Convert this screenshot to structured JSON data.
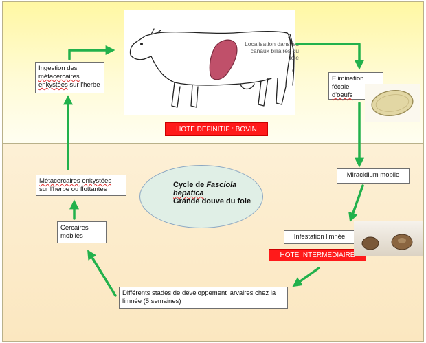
{
  "hosts": {
    "definitive": "HOTE DEFINITIF : BOVIN",
    "intermediate": "HOTE INTERMEDIAIRE"
  },
  "cow_label": "Localisation dans les canaux biliaires du foie",
  "steps": {
    "ingestion_line1": "Ingestion des",
    "ingestion_word": "métacercaires",
    "ingestion_line2_word": "enkystées",
    "ingestion_line2_rest": " sur l'herbe",
    "elimination_line1": "Elimination fécale",
    "elimination_line2": "d'oeufs",
    "miracidium": "Miracidium mobile",
    "infestation": "Infestation limnée",
    "developpement": "Différents stades de développement larvaires chez la limnée (5 semaines)",
    "cercaires": "Cercaires mobiles",
    "metacercaires_word1": "Métacercaires",
    "metacercaires_word2": "enkystées",
    "metacercaires_line2": "sur l'herbe ou flottantes"
  },
  "center": {
    "line1_prefix": "Cycle de ",
    "line1_italic": "Fasciola",
    "line2_italic": "hepatica",
    "line3": "Grande douve du foie"
  },
  "colors": {
    "arrow": "#22b14c",
    "host_badge": "#ff1a1a",
    "liver": "#c0506a"
  }
}
